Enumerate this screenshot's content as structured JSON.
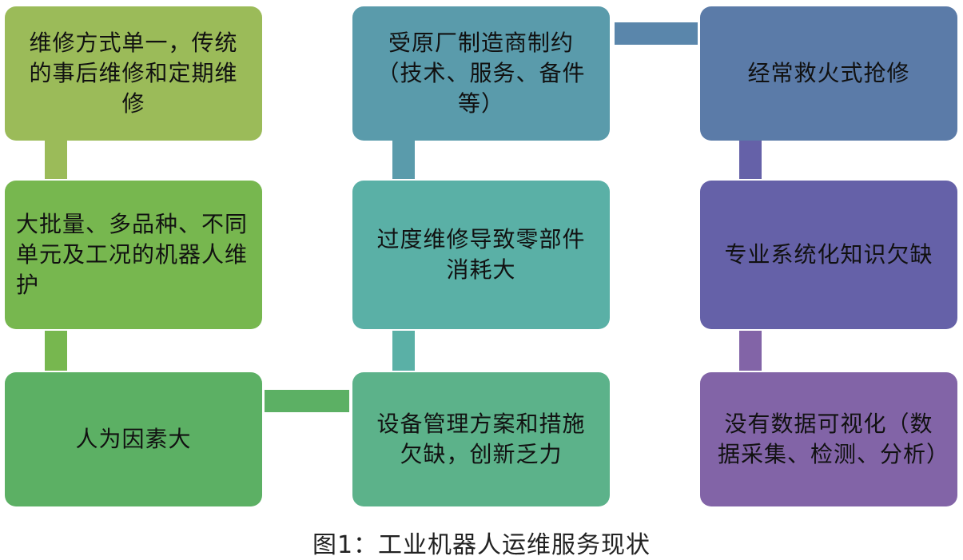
{
  "diagram": {
    "nodes": [
      {
        "id": "single-maintenance",
        "text": "维修方式单一，传统的事后维修和定期维修",
        "color": "#9bbb59"
      },
      {
        "id": "large-batch-robots",
        "text": "大批量、多品种、不同单元及工况的机器人维护",
        "color": "#77b74f"
      },
      {
        "id": "human-factor",
        "text": "人为因素大",
        "color": "#5cb064"
      },
      {
        "id": "manufacturer-constraint",
        "text": "受原厂制造商制约（技术、服务、备件等）",
        "color": "#5a9bab"
      },
      {
        "id": "excessive-maintenance",
        "text": "过度维修导致零部件消耗大",
        "color": "#5ab0a6"
      },
      {
        "id": "management-lacking",
        "text": "设备管理方案和措施欠缺，创新乏力",
        "color": "#5cb28a"
      },
      {
        "id": "firefighting-repair",
        "text": "经常救火式抢修",
        "color": "#5b7ba8"
      },
      {
        "id": "knowledge-lacking",
        "text": "专业系统化知识欠缺",
        "color": "#6561a8"
      },
      {
        "id": "no-visualization",
        "text": "没有数据可视化（数据采集、检测、分析）",
        "color": "#8264a7"
      }
    ],
    "connectors": [
      {
        "from": "single-maintenance",
        "to": "large-batch-robots",
        "color": "#9bbb59"
      },
      {
        "from": "large-batch-robots",
        "to": "human-factor",
        "color": "#77b74f"
      },
      {
        "from": "human-factor",
        "to": "management-lacking",
        "color": "#5cb064"
      },
      {
        "from": "management-lacking",
        "to": "excessive-maintenance",
        "color": "#5ab0a6"
      },
      {
        "from": "excessive-maintenance",
        "to": "manufacturer-constraint",
        "color": "#5a9bab"
      },
      {
        "from": "manufacturer-constraint",
        "to": "firefighting-repair",
        "color": "#5a86ab"
      },
      {
        "from": "firefighting-repair",
        "to": "knowledge-lacking",
        "color": "#6561a8"
      },
      {
        "from": "knowledge-lacking",
        "to": "no-visualization",
        "color": "#8264a7"
      }
    ]
  },
  "caption": "图1：工业机器人运维服务现状"
}
